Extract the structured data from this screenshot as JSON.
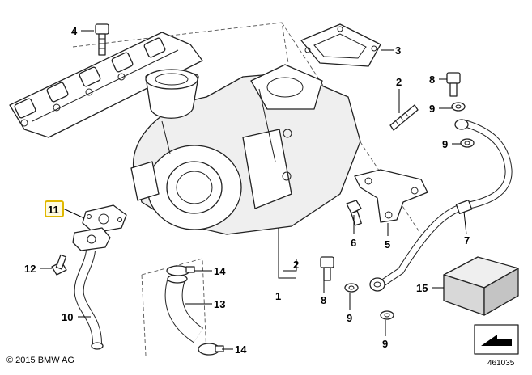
{
  "callouts": {
    "c2a": "2",
    "c2b": "2",
    "c3": "3",
    "c4": "4",
    "c5": "5",
    "c6": "6",
    "c7": "7",
    "c8a": "8",
    "c8b": "8",
    "c9a": "9",
    "c9b": "9",
    "c9c": "9",
    "c9d": "9",
    "c1": "1",
    "c10": "10",
    "c11": "11",
    "c12": "12",
    "c13": "13",
    "c14a": "14",
    "c14b": "14",
    "c15": "15"
  },
  "footer": {
    "copyright": "© 2015 BMW AG",
    "reference": "461035"
  },
  "highlight": {
    "callout": "11",
    "color": "#e0b800"
  }
}
